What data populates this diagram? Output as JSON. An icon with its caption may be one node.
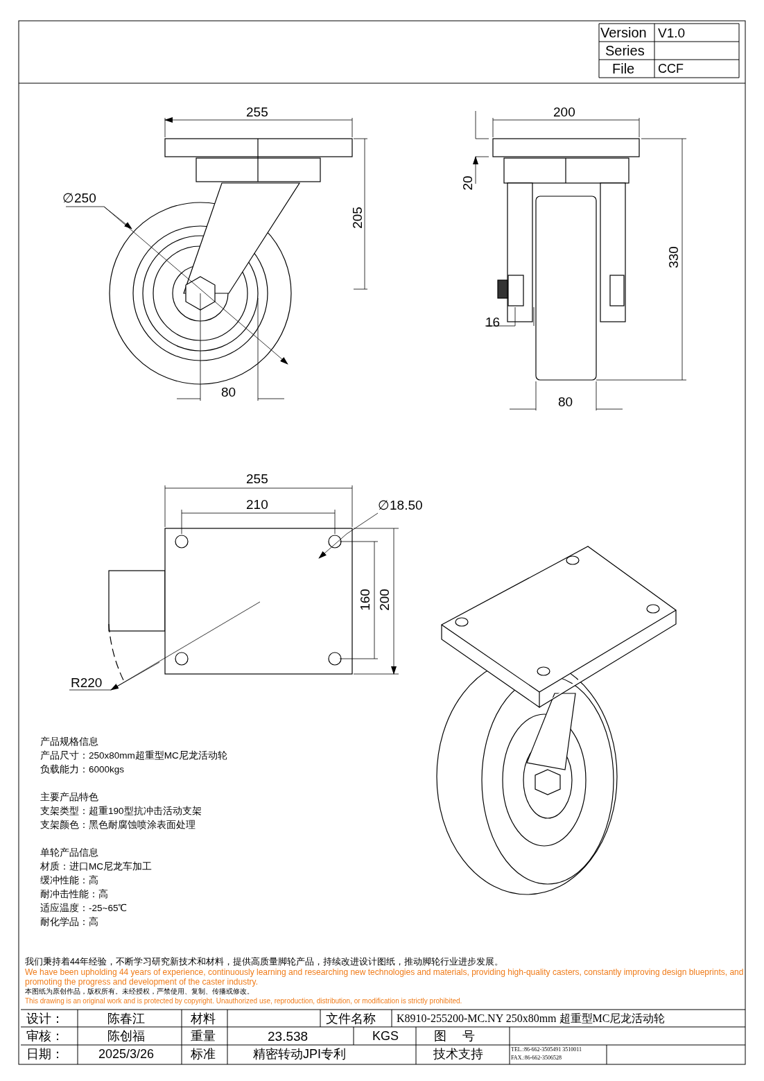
{
  "diagram": {
    "labels": [
      "Version",
      "V1.0",
      "Series",
      "File",
      "CCF",
      "255",
      "200",
      "∅250",
      "205",
      "20",
      "330",
      "16",
      "80",
      "80",
      "255",
      "210",
      "∅18.50",
      "160",
      "200",
      "R220",
      "产品规格信息",
      "产品尺寸：250x80mm超重型MC尼龙活动轮",
      "负载能力：6000kgs",
      "主要产品特色",
      "支架类型：超重190型抗冲击活动支架",
      "支架颜色：黑色耐腐蚀喷涂表面处理",
      "单轮产品信息",
      "材质：进口MC尼龙车加工",
      "缓冲性能：高",
      "耐冲击性能：高",
      "适应温度：-25~65℃",
      "耐化学品：高",
      "我们秉持着44年经验，不断学习研究新技术和材料，提供高质量脚轮产品，持续改进设计图纸，推动脚轮行业进步发展。",
      "We have been upholding 44 years of experience, continuously learning and researching new technologies and materials, providing high-quality casters, constantly improving design blueprints, and promoting the progress and development of the caster industry.",
      "本图纸为原创作品，版权所有。未经授权，严禁使用、复制、传播或修改。",
      "This drawing is an original work and is protected by copyright. Unauthorized use, reproduction, distribution, or modification is strictly prohibited.",
      "设计：",
      "陈春江",
      "材料",
      "文件名称",
      "K8910-255200-MC.NY  250x80mm 超重型MC尼龙活动轮",
      "审核：",
      "陈创福",
      "重量",
      "23.538",
      "KGS",
      "图 号",
      "日期：",
      "2025/3/26",
      "标准",
      "精密转动JPI专利",
      "技术支持",
      "TEL.:86-662-3505491 3510011",
      "FAX.:86-662-3506528"
    ]
  }
}
